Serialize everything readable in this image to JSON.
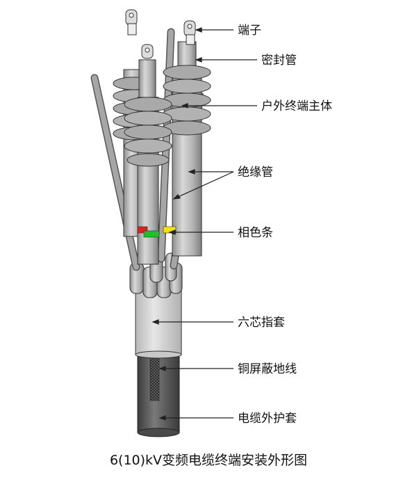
{
  "caption": "6(10)kV变频电缆终端安装外形图",
  "labels": {
    "terminal": "端子",
    "seal_tube": "密封管",
    "outdoor_body": "户外终端主体",
    "insulation_tube": "绝缘管",
    "phase_color_strip": "相色条",
    "six_core_finger_sleeve": "六芯指套",
    "copper_shield_ground_wire": "铜屏蔽地线",
    "cable_outer_sheath": "电缆外护套"
  },
  "colors": {
    "phase_red": "#e02020",
    "phase_green": "#1fbf2a",
    "phase_yellow": "#f2e600",
    "body_gray": "#b8b8b8",
    "sheath_dark": "#5a5a5a",
    "sleeve_light": "#d6d6d6"
  }
}
